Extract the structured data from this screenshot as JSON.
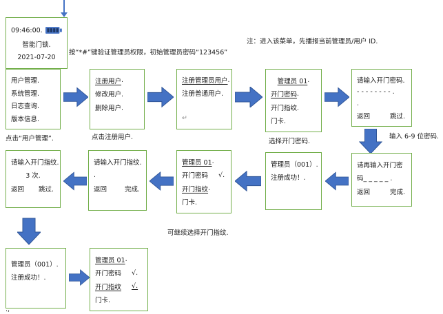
{
  "colors": {
    "box_border": "#70AD47",
    "arrow_fill": "#4472C4",
    "arrow_stroke": "#2F5597",
    "battery": "#4472C4",
    "battery_bar": "#1F3864",
    "text": "#1a1a1a"
  },
  "annotations": {
    "note": "注：进入该菜单，先播报当前管理员/用户 ID.",
    "admin_hint": "按“*#”键验证管理员权限，初始管理员密码“123456”",
    "step1": "点击“用户管理”.",
    "step2": "点击注册用户.",
    "step4": "选择开门密码.",
    "password_hint": "输入 6-9 位密码.",
    "fingerprint_hint": "可继续选择开门指纹.",
    "bottom_mark": ".,"
  },
  "screens": {
    "home": {
      "time": "09:46:00.",
      "name": "智能门锁.",
      "date": "2021-07-20"
    },
    "main_menu": {
      "l1": "用户管理.",
      "l2": "系统管理.",
      "l3": "日志查询.",
      "l4": "版本信息."
    },
    "user_menu": {
      "l1": "注册用户",
      "l1m": ".",
      "l2": "修改用户.",
      "l3": "删除用户."
    },
    "register_type": {
      "l1": "注册管理员用户",
      "l1m": ".",
      "l2": "注册普通用户.",
      "l3": "↵"
    },
    "admin_menu_1": {
      "title": "管理员 01",
      "titlem": ".",
      "l2": "开门密码",
      "l2m": ".",
      "l3": "开门指纹.",
      "l4": "门卡."
    },
    "enter_pwd": {
      "l1": "请输入开门密码.",
      "l2": "- - - - - - - - .",
      "l3": ".",
      "back": "返回",
      "skip": "跳过."
    },
    "reenter_pwd": {
      "l1": "请再输入开门密",
      "l2": "码_ _ _ _ _ .",
      "back": "返回",
      "done": "完成."
    },
    "success_1": {
      "l1": "管理员（001）.",
      "l2": "注册成功！."
    },
    "admin_menu_2": {
      "title": "管理员 01",
      "titlem": ".",
      "l2": "开门密码",
      "l2check": "√.",
      "l3": "开门指纹",
      "l3m": ".",
      "l4": "门卡."
    },
    "enter_fp_2": {
      "l1": "请输入开门指纹.",
      "l2": ".",
      "back": "返回",
      "done": "完成."
    },
    "enter_fp_1": {
      "l1": "请输入开门指纹.",
      "l2": "3 次.",
      "back": "返回",
      "skip": "跳过."
    },
    "success_2": {
      "l1": "管理员（001）.",
      "l2": "注册成功！."
    },
    "admin_menu_3": {
      "title": "管理员 01",
      "titlem": ".",
      "l2": "开门密码",
      "l2check": "√.",
      "l3": "开门指纹",
      "l3check": "√.",
      "l4": "门卡."
    }
  }
}
